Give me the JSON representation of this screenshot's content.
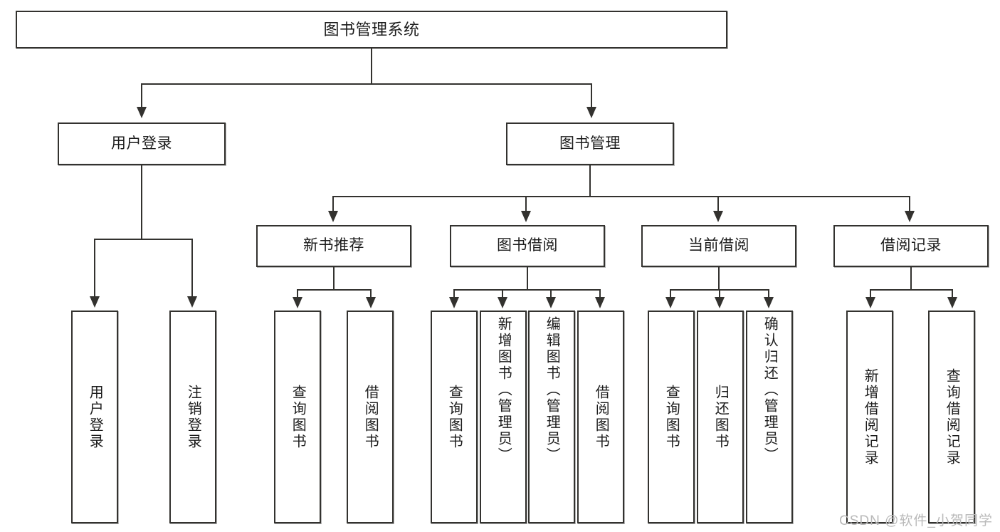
{
  "diagram": {
    "title": "图书管理系统",
    "type": "tree",
    "orientation": "top-down",
    "colors": {
      "stroke": "#33322f",
      "fill": "#ffffff",
      "text": "#1c1c1c",
      "watermark": "#b9b9b9"
    }
  },
  "watermark": {
    "text": "CSDN @软件_小贺同学"
  },
  "nodes": {
    "root": {
      "label": "图书管理系统",
      "level": 1
    },
    "level2": [
      {
        "id": "user-login",
        "label": "用户登录",
        "level": 2
      },
      {
        "id": "book-manage",
        "label": "图书管理",
        "level": 2
      }
    ],
    "level3": [
      {
        "id": "new-book-recommend",
        "label": "新书推荐",
        "level": 3,
        "parent": "book-manage"
      },
      {
        "id": "book-borrow",
        "label": "图书借阅",
        "level": 3,
        "parent": "book-manage"
      },
      {
        "id": "current-borrow",
        "label": "当前借阅",
        "level": 3,
        "parent": "book-manage"
      },
      {
        "id": "borrow-record",
        "label": "借阅记录",
        "level": 3,
        "parent": "book-manage"
      }
    ],
    "leaves": [
      {
        "id": "leaf-user-login",
        "label": "用户登录",
        "parent": "user-login"
      },
      {
        "id": "leaf-user-logout",
        "label": "注销登录",
        "parent": "user-login"
      },
      {
        "id": "leaf-query-book-1",
        "label": "查询图书",
        "parent": "new-book-recommend"
      },
      {
        "id": "leaf-borrow-book-1",
        "label": "借阅图书",
        "parent": "new-book-recommend"
      },
      {
        "id": "leaf-query-book-2",
        "label": "查询图书",
        "parent": "book-borrow"
      },
      {
        "id": "leaf-add-book",
        "label": "新增图书（管理员）",
        "parent": "book-borrow"
      },
      {
        "id": "leaf-edit-book",
        "label": "编辑图书（管理员）",
        "parent": "book-borrow"
      },
      {
        "id": "leaf-borrow-book-2",
        "label": "借阅图书",
        "parent": "book-borrow"
      },
      {
        "id": "leaf-query-book-3",
        "label": "查询图书",
        "parent": "current-borrow"
      },
      {
        "id": "leaf-return-book",
        "label": "归还图书",
        "parent": "current-borrow"
      },
      {
        "id": "leaf-confirm-return",
        "label": "确认归还（管理员）",
        "parent": "current-borrow"
      },
      {
        "id": "leaf-add-record",
        "label": "新增借阅记录",
        "parent": "borrow-record"
      },
      {
        "id": "leaf-query-record",
        "label": "查询借阅记录",
        "parent": "borrow-record"
      }
    ]
  }
}
